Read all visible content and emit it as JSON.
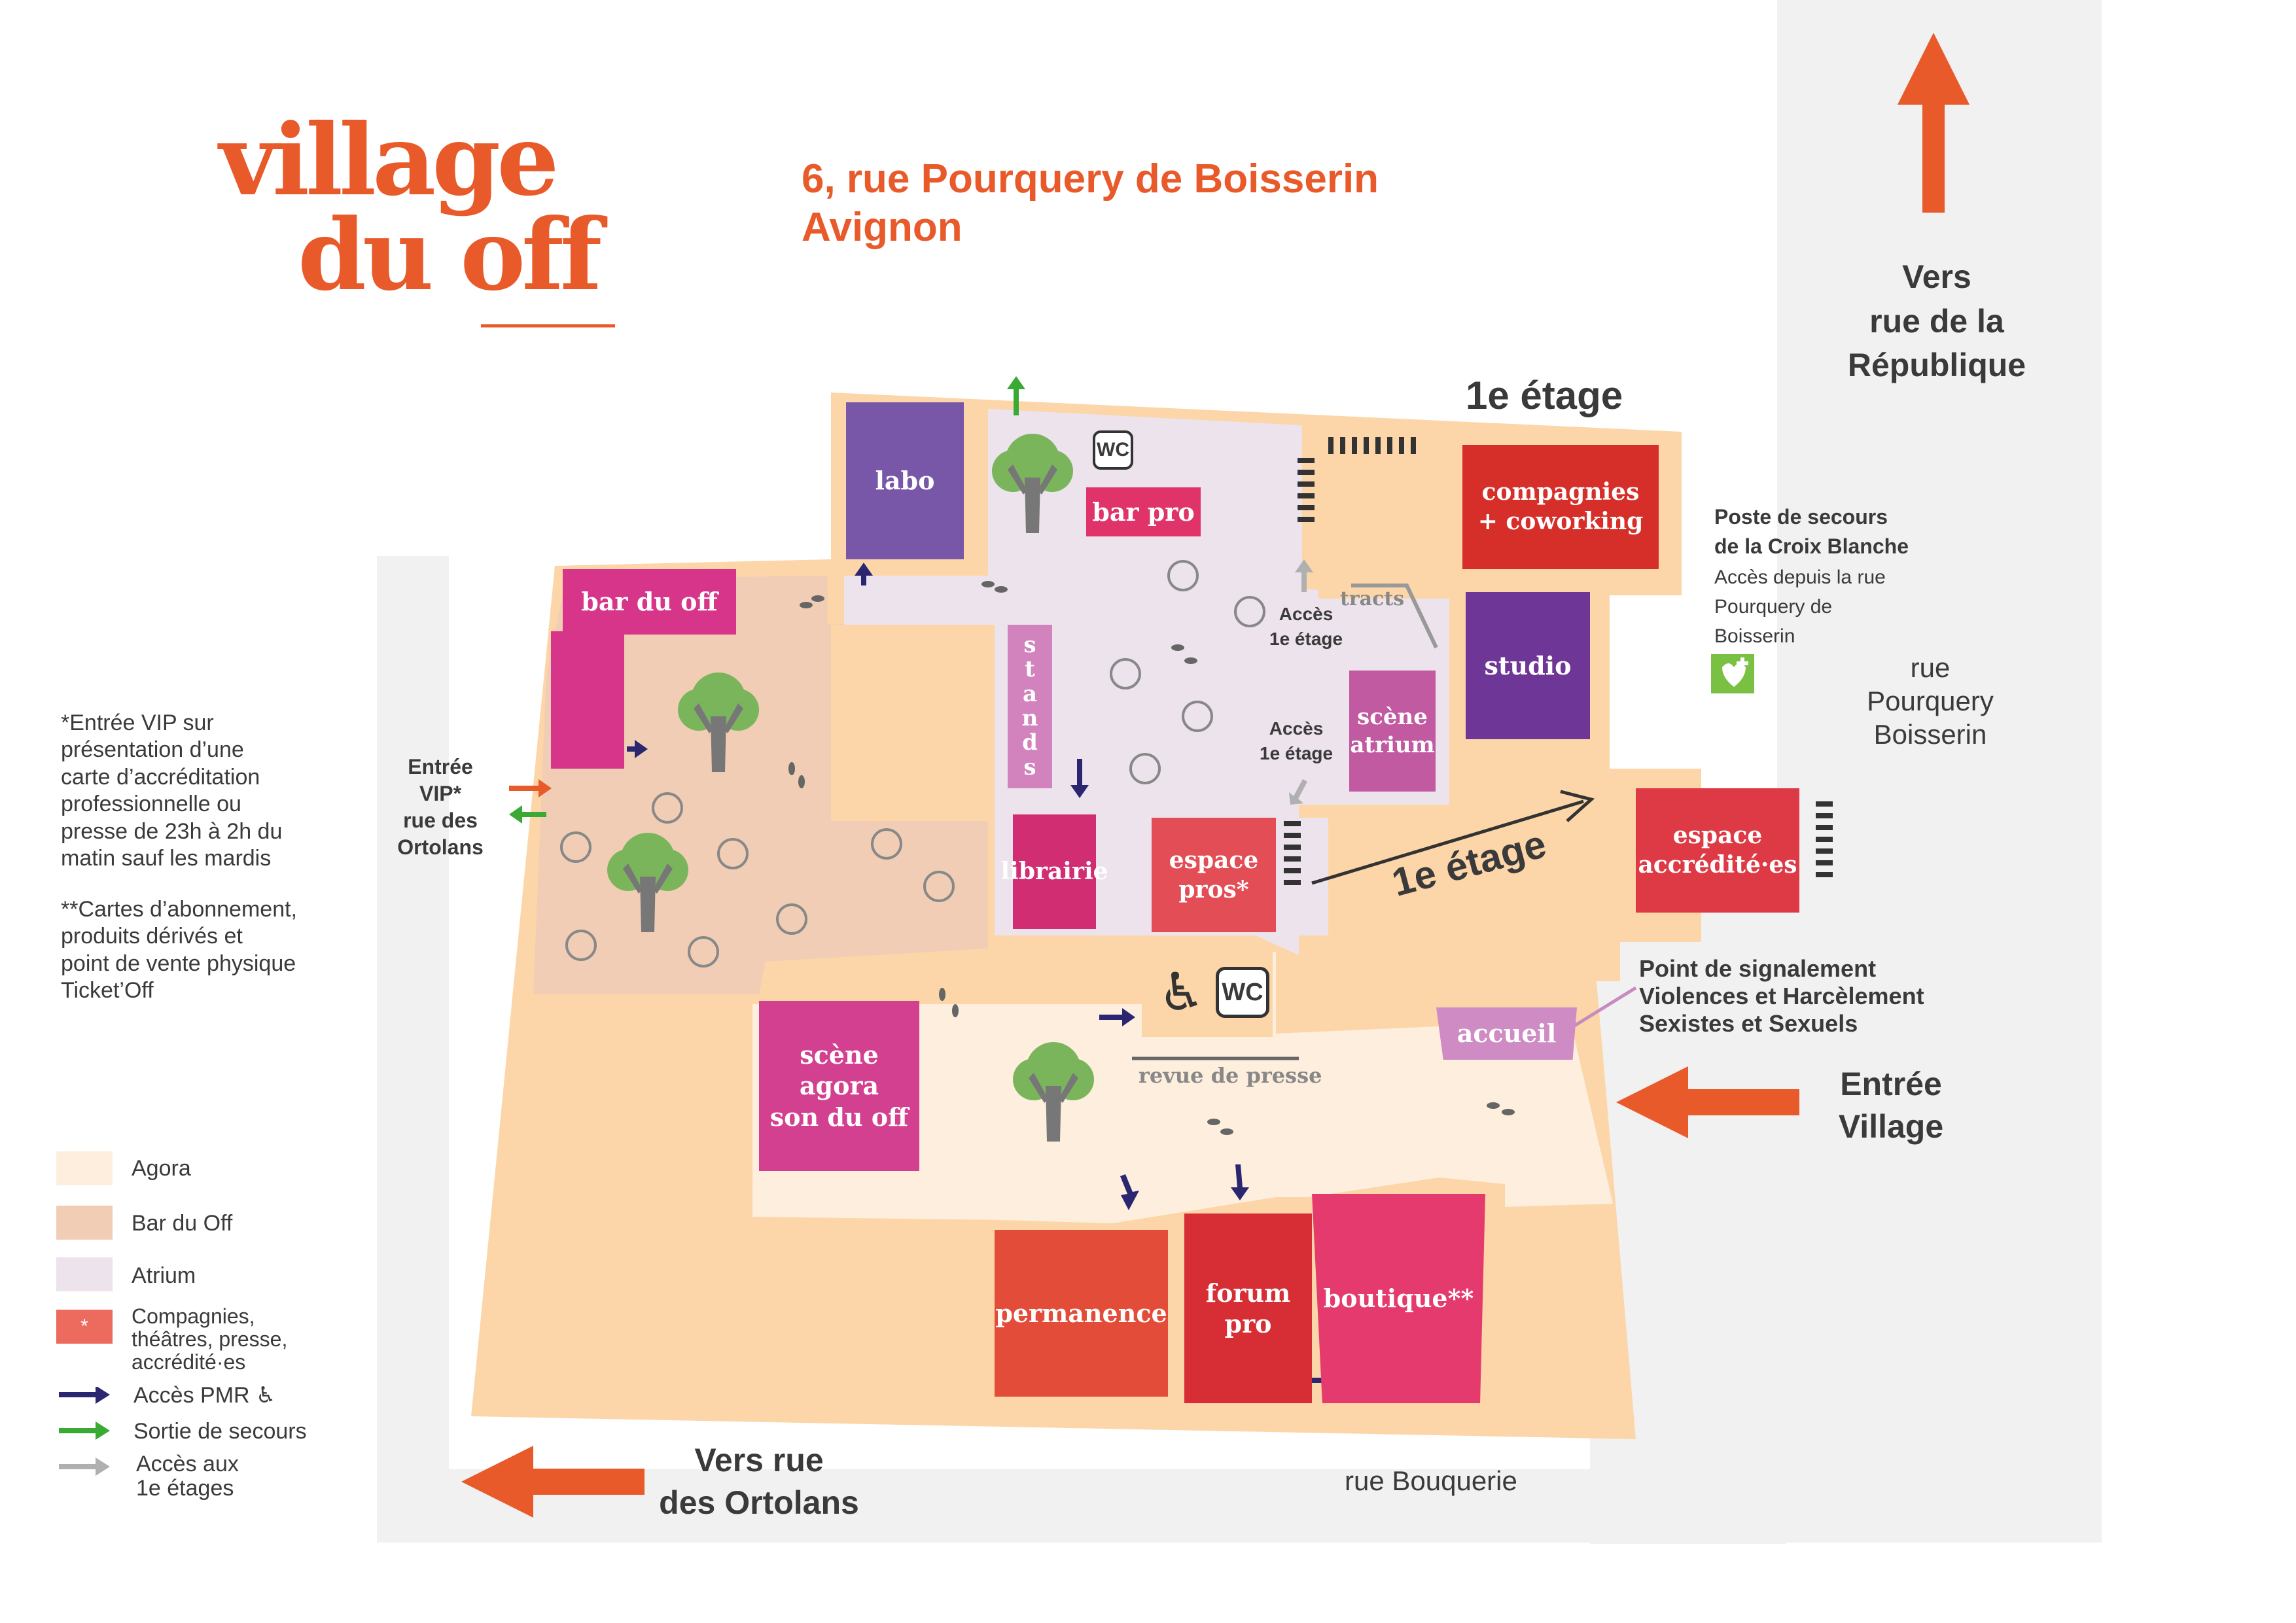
{
  "header": {
    "logo_line1": "village",
    "logo_line2": "du off",
    "address_line1": "6, rue Pourquery de Boisserin",
    "address_line2": "Avignon"
  },
  "colors": {
    "agora": "#fdeede",
    "bar_du_off": "#f1cdb6",
    "atrium": "#ece3ec",
    "walls": "#fcd6a8",
    "accent": "#e85a2a",
    "pmr_arrow": "#2b2670",
    "emergency_arrow": "#3aaa35",
    "upstairs_arrow": "#b0b0b0",
    "street": "#f1f1f1"
  },
  "rooms": {
    "labo": "labo",
    "bar_pro": "bar pro",
    "bar_du_off": "bar du off",
    "stands": "s\nt\na\nn\nd\ns",
    "scene_atrium": "scène\natrium",
    "compagnies": "compagnies\n+ coworking",
    "studio": "studio",
    "librairie": "librairie",
    "espace_pros": "espace\npros*",
    "espace_accredites": "espace\naccrédité·es",
    "scene_agora": "scène\nagora\nson du off",
    "accueil": "accueil",
    "permanence": "permanence",
    "forum_pro": "forum\npro",
    "boutique": "boutique**",
    "wc": "WC",
    "revue_de_presse": "revue de presse",
    "tracts": "tracts"
  },
  "labels": {
    "premier_etage_top": "1e étage",
    "premier_etage_mid": "1e étage",
    "acces_1e_etage_a": "Accès\n1e étage",
    "acces_1e_etage_b": "Accès\n1e étage",
    "entree_vip": "Entrée\nVIP*\nrue des\nOrtolans",
    "vers_republique": "Vers\nrue de la\nRépublique",
    "rue_pourquery": "rue\nPourquery\nBoisserin",
    "entree_village": "Entrée\nVillage",
    "vers_ortolans": "Vers rue\ndes Ortolans",
    "rue_bouquerie": "rue Bouquerie",
    "poste_secours_title": "Poste de secours\nde la Croix Blanche",
    "poste_secours_text": "Accès depuis la rue\nPourquery de\nBoisserin",
    "point_signalement": "Point de signalement\nViolences et Harcèlement\nSexistes et Sexuels"
  },
  "notes": {
    "vip_note": "*Entrée VIP sur\nprésentation d’une\ncarte d’accréditation\nprofessionnelle ou\npresse de 23h à 2h du\nmatin sauf les mardis",
    "cards_note": "**Cartes d’abonnement,\nproduits dérivés et\npoint de vente physique\nTicket’Off"
  },
  "legend": [
    {
      "label": "Agora",
      "swatch": "#fdeede"
    },
    {
      "label": "Bar du Off",
      "swatch": "#f1cdb6"
    },
    {
      "label": "Atrium",
      "swatch": "#ece3ec"
    },
    {
      "label": "Compagnies,\nthéâtres, presse,\naccrédité·es",
      "swatch": "#ec6a5e",
      "mark": "*"
    },
    {
      "label": "Accès PMR ♿",
      "arrow": "#2b2670"
    },
    {
      "label": "Sortie de secours",
      "arrow": "#3aaa35"
    },
    {
      "label": "Accès aux\n1e étages",
      "arrow": "#b0b0b0"
    }
  ]
}
